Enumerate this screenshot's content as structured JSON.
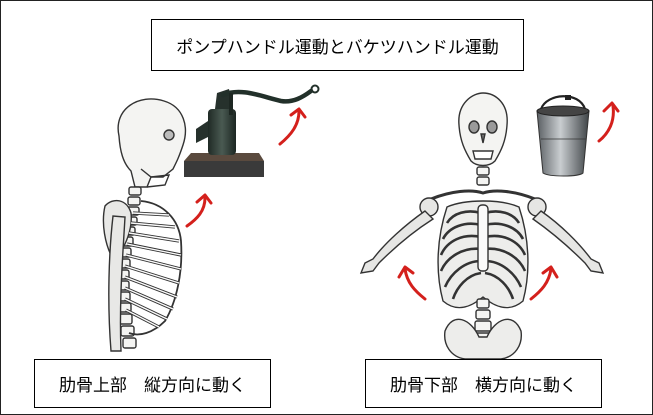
{
  "title": "ポンプハンドル運動とバケツハンドル運動",
  "panels": {
    "left": {
      "caption": "肋骨上部　縦方向に動く",
      "prop_icon": "pump-icon"
    },
    "right": {
      "caption": "肋骨下部　横方向に動く",
      "prop_icon": "bucket-icon"
    }
  },
  "colors": {
    "arrow": "#d4201c",
    "bone_stroke": "#333333",
    "bone_fill": "#f4f4f2",
    "pump": "#2f3b35"
  }
}
